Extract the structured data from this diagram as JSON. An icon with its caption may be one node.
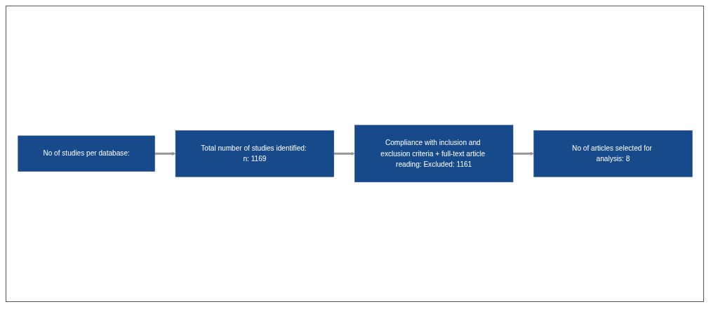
{
  "diagram": {
    "nodes": [
      {
        "text": [
          "No of studies per database:"
        ]
      },
      {
        "text": [
          "Total number of studies identified: n: 1169"
        ]
      },
      {
        "text": [
          "Compliance with inclusion and exclusion criteria + full-text article reading: Excluded: 1161"
        ]
      },
      {
        "text": [
          "No of articles selected for analysis: 8"
        ]
      }
    ],
    "edges": [
      {
        "from": 0,
        "to": 1,
        "arrow": "to"
      },
      {
        "from": 1,
        "to": 2,
        "arrow": "to"
      },
      {
        "from": 2,
        "to": 3,
        "arrow": "to"
      }
    ]
  }
}
